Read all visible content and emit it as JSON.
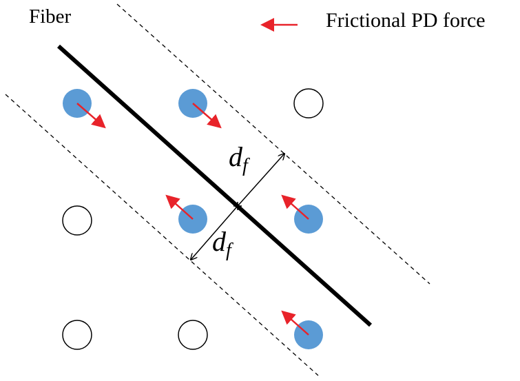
{
  "labels": {
    "fiber": "Fiber",
    "legend": "Frictional PD force",
    "distance_main": "d",
    "distance_sub": "f"
  },
  "colors": {
    "particle_fill": "#5b9bd5",
    "arrow": "#e8232a",
    "line": "#000000",
    "empty_particle_stroke": "#000000"
  },
  "particles": [
    {
      "row": 1,
      "col": 1,
      "state": "filled",
      "arrow": "down-right"
    },
    {
      "row": 1,
      "col": 2,
      "state": "filled",
      "arrow": "down-right"
    },
    {
      "row": 1,
      "col": 3,
      "state": "empty"
    },
    {
      "row": 2,
      "col": 1,
      "state": "empty"
    },
    {
      "row": 2,
      "col": 2,
      "state": "filled",
      "arrow": "up-left"
    },
    {
      "row": 2,
      "col": 3,
      "state": "filled",
      "arrow": "up-left"
    },
    {
      "row": 3,
      "col": 1,
      "state": "empty"
    },
    {
      "row": 3,
      "col": 2,
      "state": "empty"
    },
    {
      "row": 3,
      "col": 3,
      "state": "filled",
      "arrow": "up-left"
    }
  ]
}
